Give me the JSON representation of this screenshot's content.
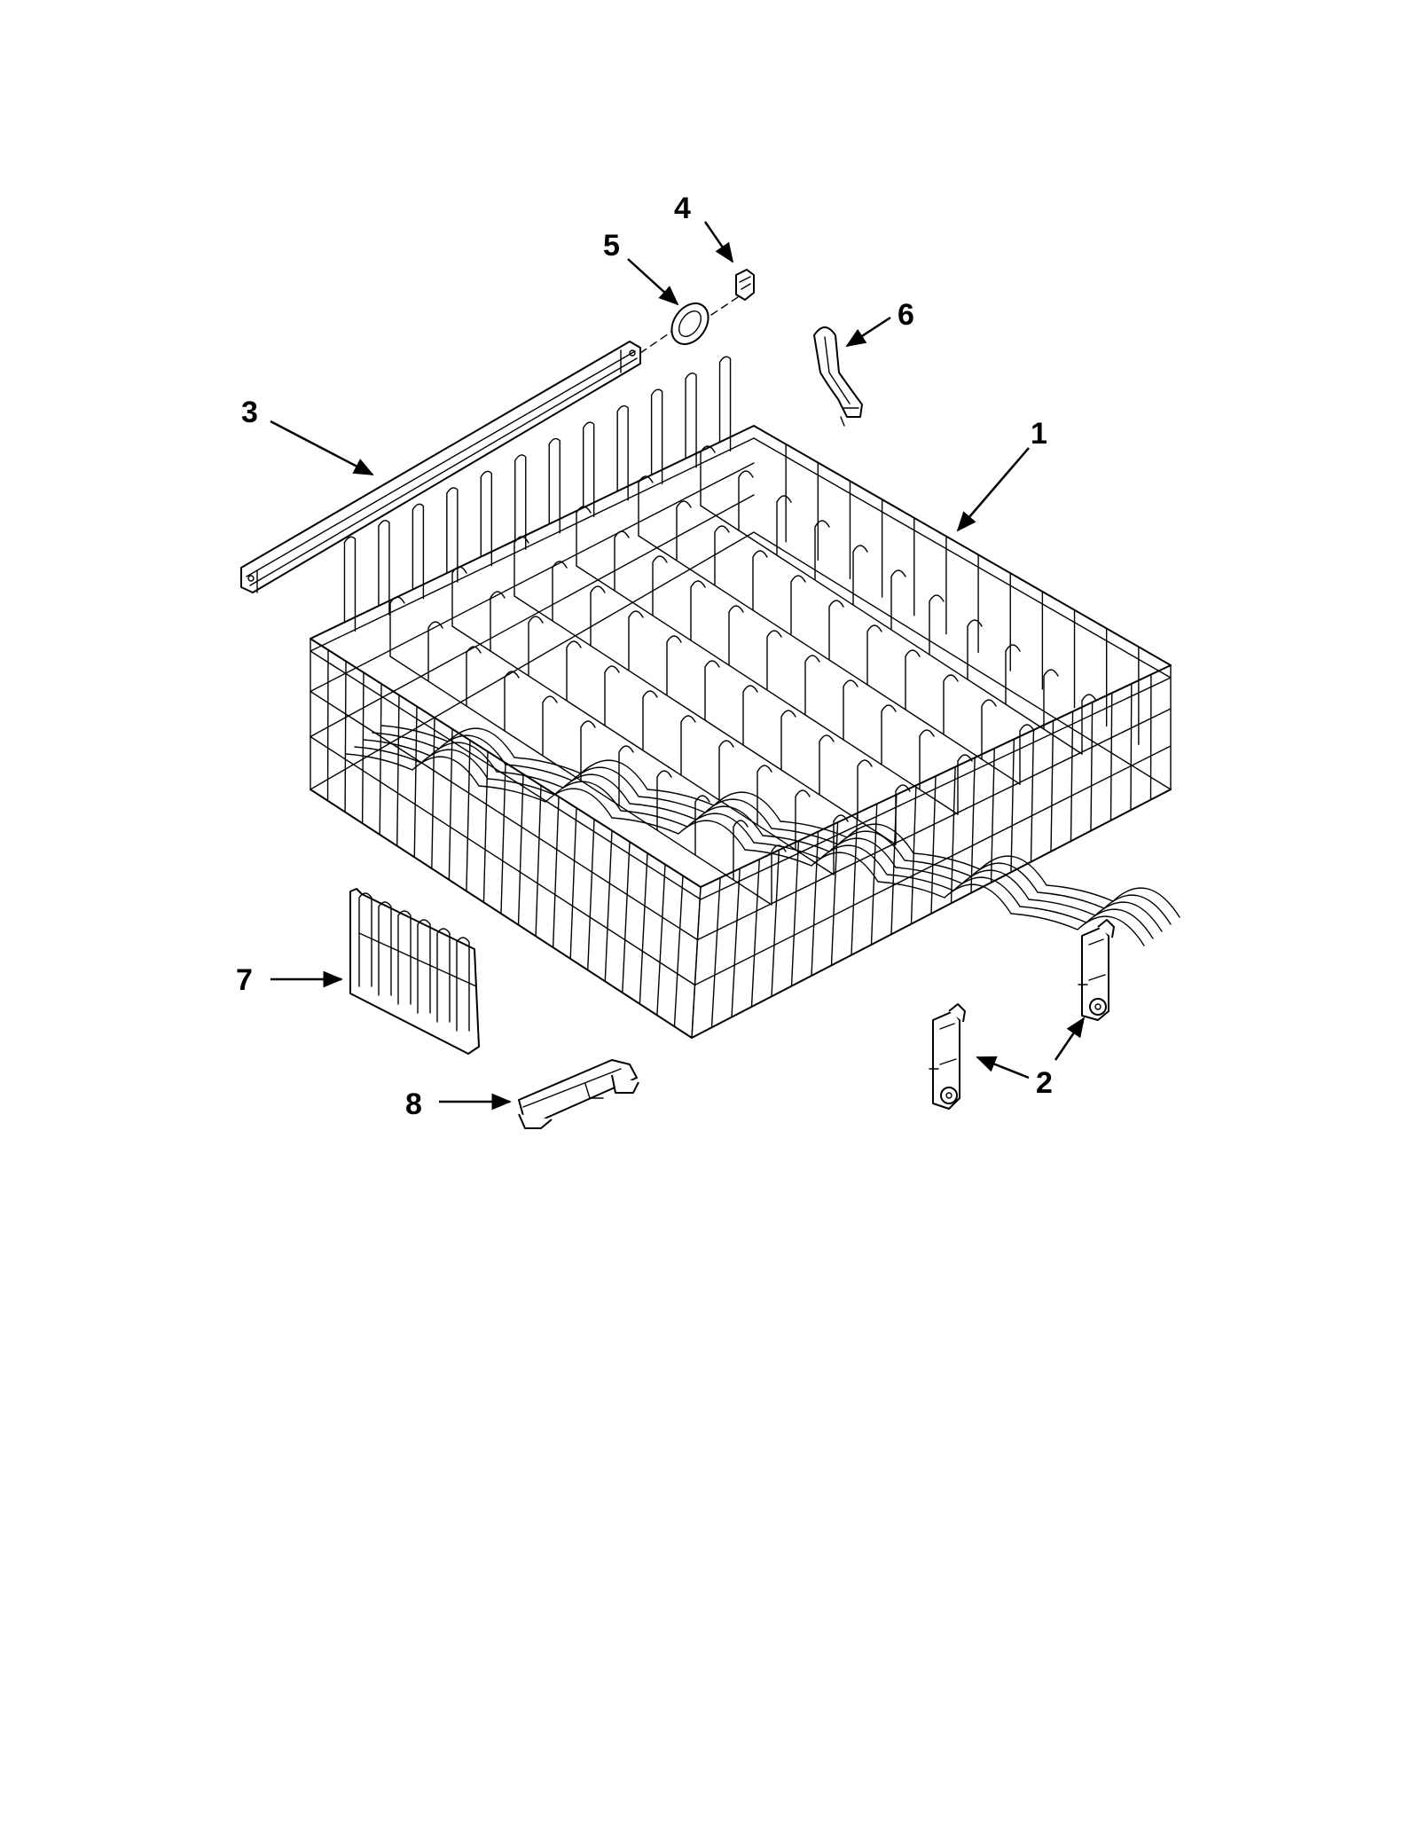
{
  "diagram": {
    "type": "exploded-parts-diagram",
    "callouts": [
      {
        "id": "1",
        "label": "1",
        "part": "upper-dishrack"
      },
      {
        "id": "2",
        "label": "2",
        "part": "rack-wheel-assembly"
      },
      {
        "id": "3",
        "label": "3",
        "part": "rack-track-rail"
      },
      {
        "id": "4",
        "label": "4",
        "part": "rail-stop-clip"
      },
      {
        "id": "5",
        "label": "5",
        "part": "rail-end-cap-ring"
      },
      {
        "id": "6",
        "label": "6",
        "part": "tine-clip"
      },
      {
        "id": "7",
        "label": "7",
        "part": "fold-down-tine-row"
      },
      {
        "id": "8",
        "label": "8",
        "part": "rack-adjuster-bar"
      }
    ]
  }
}
